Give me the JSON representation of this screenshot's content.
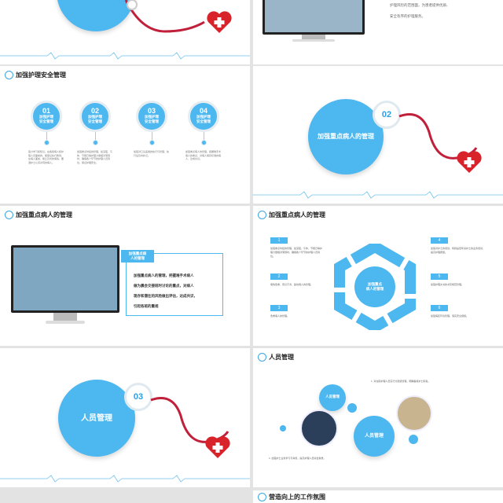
{
  "colors": {
    "accent": "#4db7f0",
    "dark": "#2a9ee6",
    "heart": "#d8232a"
  },
  "slide1": {
    "icons": [
      "stethoscope-icon",
      "heart-cross-icon"
    ]
  },
  "slide2": {
    "lines": [
      "护理风险的范围面，为患者提供优质、",
      "安全有序的护理服务。"
    ]
  },
  "slide3": {
    "title": "加强护理安全管理",
    "items": [
      {
        "num": "01",
        "label1": "加强护理",
        "label2": "安全管理",
        "desc": "强力学习和知识，在各级病人和护理人员面前的，能保证执行教到，在病人面前，能让及时的病情，要遵护士认真对待的病人。"
      },
      {
        "num": "02",
        "label1": "加强护理",
        "label2": "安全管理",
        "desc": "加强重点时段的管理，如深夜、午休、节假日等护理力量相对薄弱时，确保各个环节的护理人员到位，保证护理安全。"
      },
      {
        "num": "03",
        "label1": "加强护理",
        "label2": "安全管理",
        "desc": "加强对口头医嘱的执行与管理，执行后及时补记。"
      },
      {
        "num": "04",
        "label1": "加强护理",
        "label2": "安全管理",
        "desc": "加强重点病人的管理，把握难手术病人的重点，对病人保存标准的病人，达成共识。"
      }
    ]
  },
  "slide4": {
    "num": "02",
    "heading": "加强重点病人的管理"
  },
  "slide5": {
    "title": "加强重点病人的管理",
    "box_title1": "加强重点病",
    "box_title2": "人的管理",
    "body": [
      "加强重点病人的管理，把握难手术病人",
      "做为晨会交接班时讨论的重点，对病人",
      "现存和潜在的风险做出评估，达成共识，",
      "引起各班的重视"
    ]
  },
  "slide6": {
    "title": "加强重点病人的管理",
    "center1": "加强重点",
    "center2": "病人的管理",
    "left_items": [
      {
        "num": "1",
        "desc": "加强重点时段的管理，如深夜、午休、节假日等护理力量相对薄弱时，确保各个环节的护理人员到位。"
      },
      {
        "num": "2",
        "desc": "病情危重、意识不清、躁动病人的管理。"
      },
      {
        "num": "3",
        "desc": "危重病人的管理。"
      }
    ],
    "right_items": [
      {
        "num": "4",
        "desc": "加强对护士的培训，特别是低年资护士的业务培训，提高护理质量。"
      },
      {
        "num": "5",
        "desc": "加强护理文书的书写规范管理。"
      },
      {
        "num": "6",
        "desc": "加强病区环境管理，落实安全措施。"
      }
    ]
  },
  "slide7": {
    "num": "03",
    "heading": "人员管理"
  },
  "slide8": {
    "title": "人员管理",
    "bubble_small": "人员管理",
    "bubble_big": "人员管理",
    "top_text": "1. 对在职护理人员实行分层级管理，明确各级护士职责。",
    "bottom_text": "2. 加强护士业务学习与考核，提高护理人员综合素质。"
  },
  "slide9": {
    "title": "营造向上的工作氛围"
  }
}
